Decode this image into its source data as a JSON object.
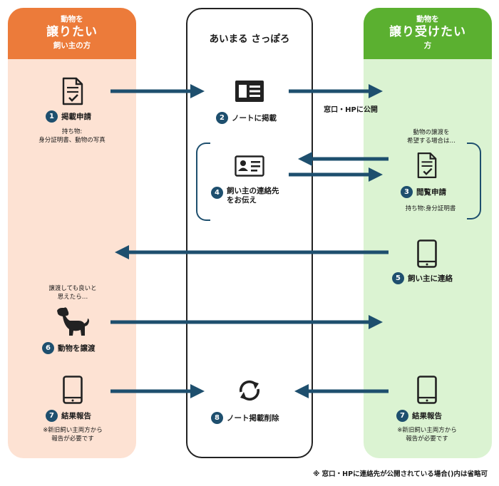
{
  "left_column": {
    "pre": "動物を",
    "main": "譲りたい",
    "sub": "飼い主の方"
  },
  "right_column": {
    "pre": "動物を",
    "main": "譲り受けたい",
    "sub": "方"
  },
  "center_column": {
    "title": "あいまる さっぽろ"
  },
  "steps": {
    "s1": {
      "num": "1",
      "label": "掲載申請",
      "note": "持ち物:\n身分証明書、動物の写真"
    },
    "s2": {
      "num": "2",
      "label": "ノートに掲載",
      "side_label": "窓口・HPに公開"
    },
    "s3": {
      "num": "3",
      "label": "閲覧申請",
      "pre_note": "動物の譲渡を\n希望する場合は…",
      "note": "持ち物:身分証明書"
    },
    "s4": {
      "num": "4",
      "label": "飼い主の連絡先\nをお伝え"
    },
    "s5": {
      "num": "5",
      "label": "飼い主に連絡"
    },
    "s6": {
      "num": "6",
      "label": "動物を譲渡",
      "pre_note": "譲渡しても良いと\n思えたら…"
    },
    "s7l": {
      "num": "7",
      "label": "結果報告",
      "note": "※新旧飼い主両方から\n報告が必要です"
    },
    "s7r": {
      "num": "7",
      "label": "結果報告",
      "note": "※新旧飼い主両方から\n報告が必要です"
    },
    "s8": {
      "num": "8",
      "label": "ノート掲載削除"
    }
  },
  "footnote": "※  窓口・HPに連絡先が公開されている場合()内は省略可",
  "colors": {
    "orange": "#ec7b3a",
    "orange_bg": "#fde2d3",
    "green": "#5bb030",
    "green_bg": "#dbf3d2",
    "arrow": "#1e4f6e",
    "icon": "#222222"
  },
  "icons": [
    "document-check-icon",
    "notebook-icon",
    "contact-card-icon",
    "smartphone-icon",
    "dog-icon",
    "refresh-icon"
  ]
}
